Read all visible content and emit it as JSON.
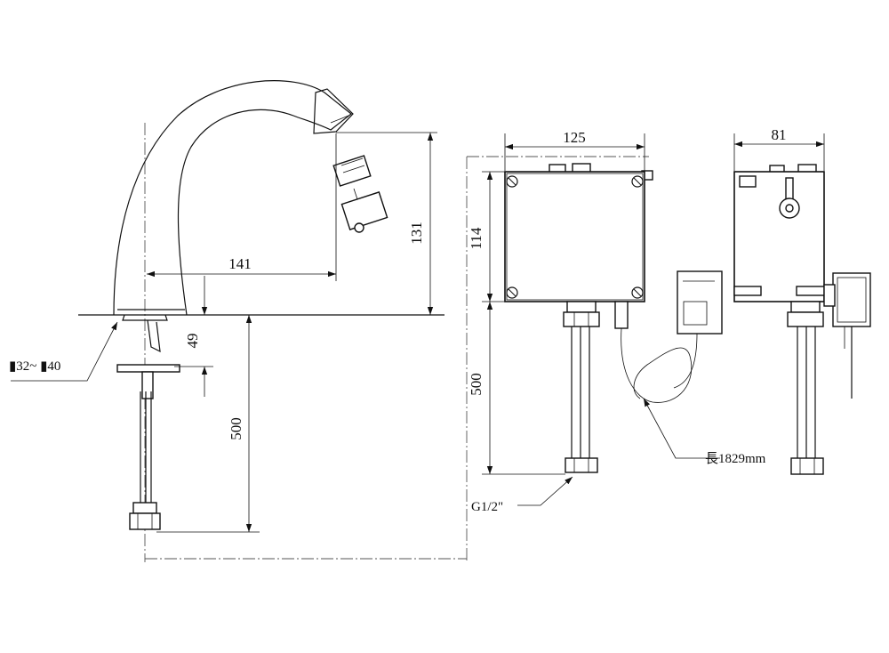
{
  "dimensions": {
    "spout_height": "131",
    "spout_reach": "141",
    "deck_thickness": "49",
    "hose_length_faucet": "500",
    "hole_diameter": "▮32~ ▮40",
    "box_width": "125",
    "box_height": "114",
    "hose_length_box": "500",
    "box_depth": "81",
    "cable_length": "長1829mm",
    "thread": "G1/2\""
  }
}
